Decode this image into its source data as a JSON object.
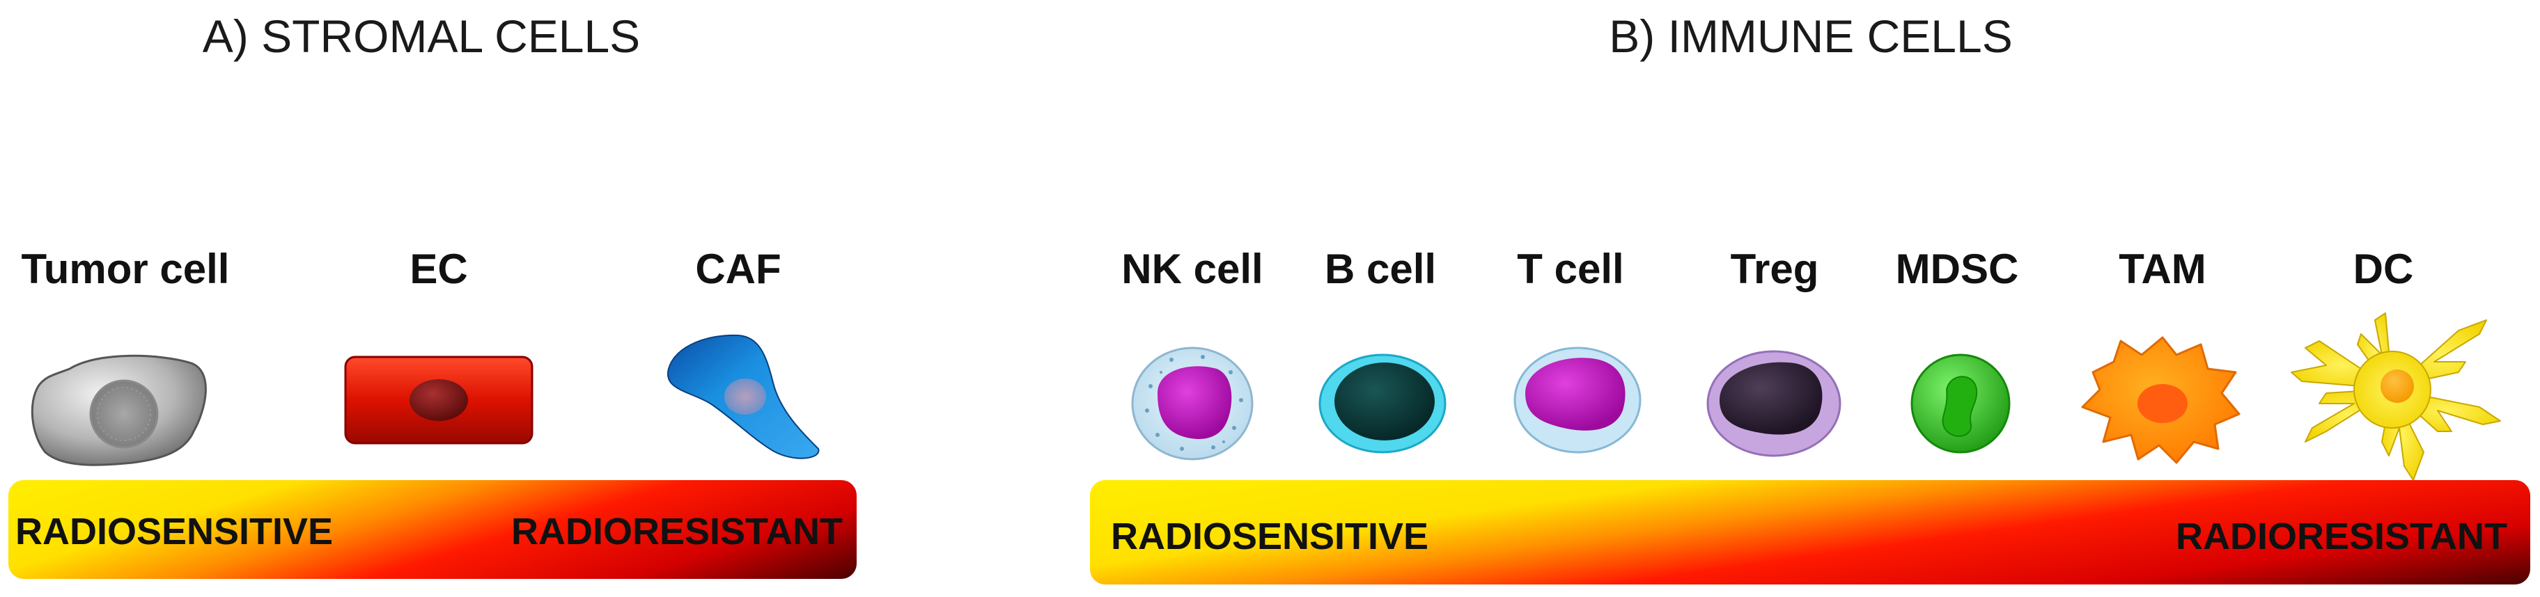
{
  "panels": {
    "stromal": {
      "title": "A) STROMAL CELLS",
      "cells": [
        "Tumor cell",
        "EC",
        "CAF"
      ],
      "scale": {
        "left_label": "RADIOSENSITIVE",
        "right_label": "RADIORESISTANT"
      }
    },
    "immune": {
      "title": "B) IMMUNE CELLS",
      "cells": [
        "NK cell",
        "B cell",
        "T cell",
        "Treg",
        "MDSC",
        "TAM",
        "DC"
      ],
      "scale": {
        "left_label": "RADIOSENSITIVE",
        "right_label": "RADIORESISTANT"
      }
    }
  },
  "colors": {
    "gradient_start": "#ffee00",
    "gradient_mid": "#ff1a00",
    "gradient_end": "#4a0000",
    "tumor_cell": "#b5b5b5",
    "ec": "#dd1100",
    "caf": "#1a8fe0",
    "nk_nucleus": "#cc11cc",
    "b_nucleus": "#0d3f3f",
    "t_nucleus": "#cc11cc",
    "treg_nucleus": "#3a2a40",
    "mdsc": "#33cc22",
    "tam": "#ff8800",
    "dc": "#ffe800"
  }
}
